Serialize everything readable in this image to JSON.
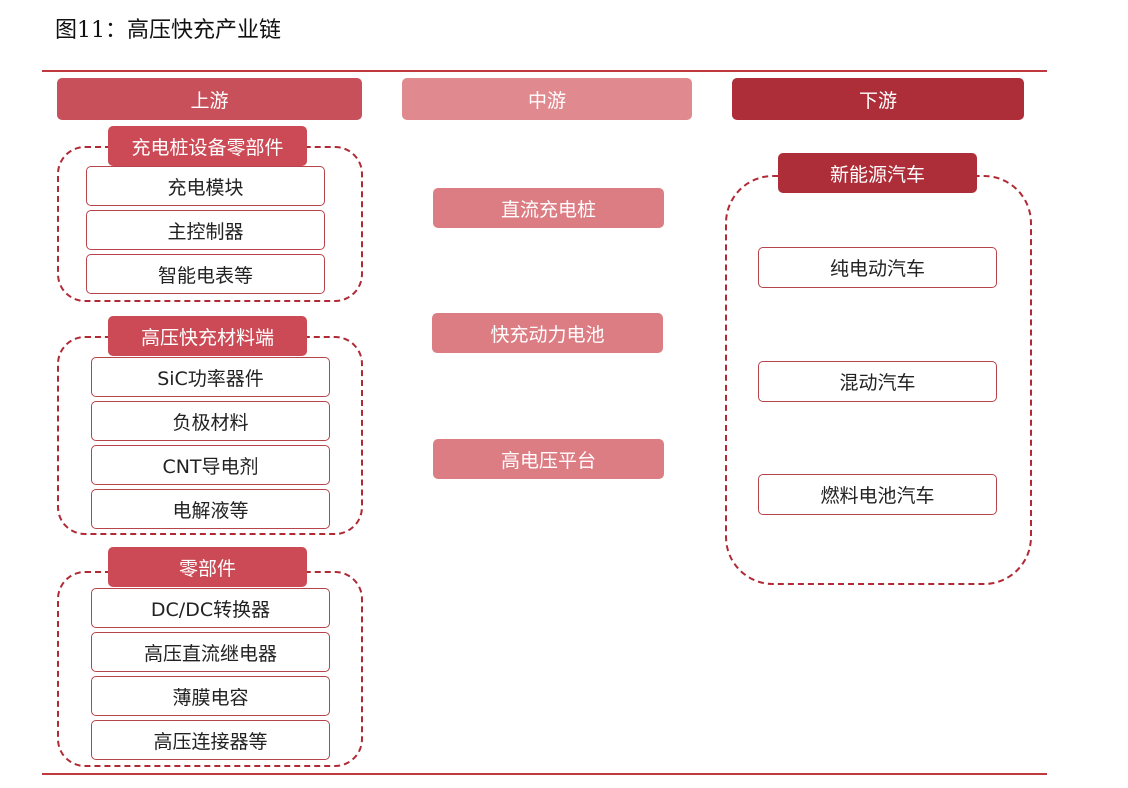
{
  "title": "图11：高压快充产业链",
  "headers": {
    "upstream": "上游",
    "midstream": "中游",
    "downstream": "下游"
  },
  "upstream_groups": [
    {
      "title": "充电桩设备零部件",
      "items": [
        "充电模块",
        "主控制器",
        "智能电表等"
      ]
    },
    {
      "title": "高压快充材料端",
      "items": [
        "SiC功率器件",
        "负极材料",
        "CNT导电剂",
        "电解液等"
      ]
    },
    {
      "title": "零部件",
      "items": [
        "DC/DC转换器",
        "高压直流继电器",
        "薄膜电容",
        "高压连接器等"
      ]
    }
  ],
  "midstream_items": [
    "直流充电桩",
    "快充动力电池",
    "高电压平台"
  ],
  "downstream_group": {
    "title": "新能源汽车",
    "items": [
      "纯电动汽车",
      "混动汽车",
      "燃料电池汽车"
    ]
  },
  "colors": {
    "accent_dark": "#ad2e38",
    "accent": "#c8505a",
    "accent_light": "#e08a8f",
    "rule": "#c0393f"
  }
}
